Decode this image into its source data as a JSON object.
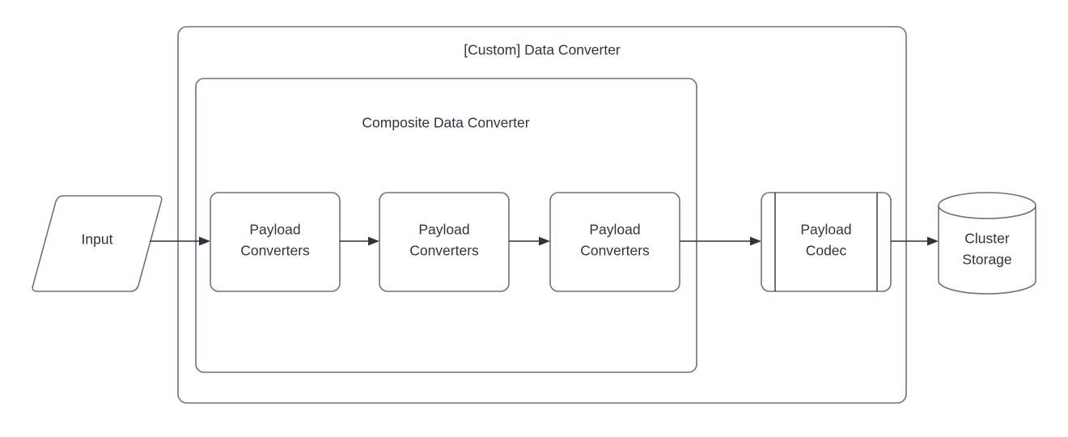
{
  "diagram": {
    "title": "[Custom] Data Converter",
    "background_color": "#ffffff",
    "stroke_color": "#6B7280",
    "text_color": "#2E3440",
    "arrow_color": "#2E3440"
  },
  "containers": [
    {
      "id": "custom-data-converter",
      "label": "[Custom] Data Converter",
      "shape": "rounded-rectangle"
    },
    {
      "id": "composite-data-converter",
      "label": "Composite Data Converter",
      "shape": "rounded-rectangle"
    }
  ],
  "nodes": [
    {
      "id": "input",
      "shape": "parallelogram",
      "label": "Input",
      "lines": [
        "Input"
      ]
    },
    {
      "id": "payload-converters-1",
      "shape": "rounded-rectangle",
      "label": "Payload Converters",
      "lines": [
        "Payload",
        "Converters"
      ]
    },
    {
      "id": "payload-converters-2",
      "shape": "rounded-rectangle",
      "label": "Payload Converters",
      "lines": [
        "Payload",
        "Converters"
      ]
    },
    {
      "id": "payload-converters-3",
      "shape": "rounded-rectangle",
      "label": "Payload Converters",
      "lines": [
        "Payload",
        "Converters"
      ]
    },
    {
      "id": "payload-codec",
      "shape": "subroutine",
      "label": "Payload Codec",
      "lines": [
        "Payload",
        "Codec"
      ]
    },
    {
      "id": "cluster-storage",
      "shape": "cylinder",
      "label": "Cluster Storage",
      "lines": [
        "Cluster",
        "Storage"
      ]
    }
  ],
  "edges": [
    {
      "id": "input-to-pc1",
      "from": "input",
      "to": "payload-converters-1",
      "arrow": "single"
    },
    {
      "id": "pc1-to-pc2",
      "from": "payload-converters-1",
      "to": "payload-converters-2",
      "arrow": "single"
    },
    {
      "id": "pc2-to-pc3",
      "from": "payload-converters-2",
      "to": "payload-converters-3",
      "arrow": "single"
    },
    {
      "id": "pc3-to-codec",
      "from": "payload-converters-3",
      "to": "payload-codec",
      "arrow": "single"
    },
    {
      "id": "codec-to-storage",
      "from": "payload-codec",
      "to": "cluster-storage",
      "arrow": "single"
    }
  ]
}
